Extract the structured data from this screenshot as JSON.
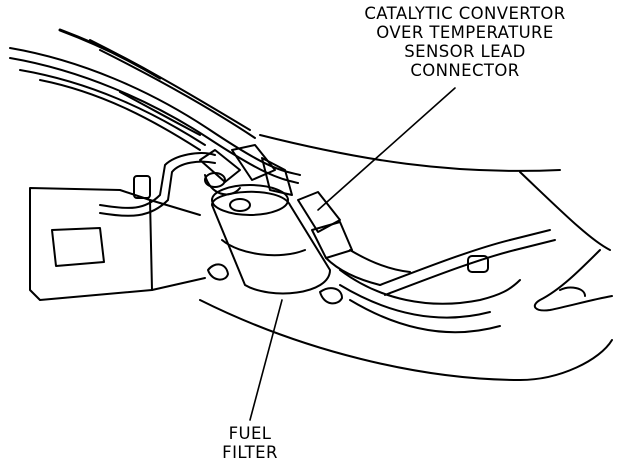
{
  "labels": {
    "catalytic_convertor": {
      "lines": [
        "CATALYTIC CONVERTOR",
        "OVER TEMPERATURE",
        "SENSOR LEAD",
        "CONNECTOR"
      ]
    },
    "fuel_filter": {
      "lines": [
        "FUEL",
        "FILTER"
      ]
    }
  },
  "colors": {
    "background": "#ffffff",
    "ink": "#000000"
  }
}
